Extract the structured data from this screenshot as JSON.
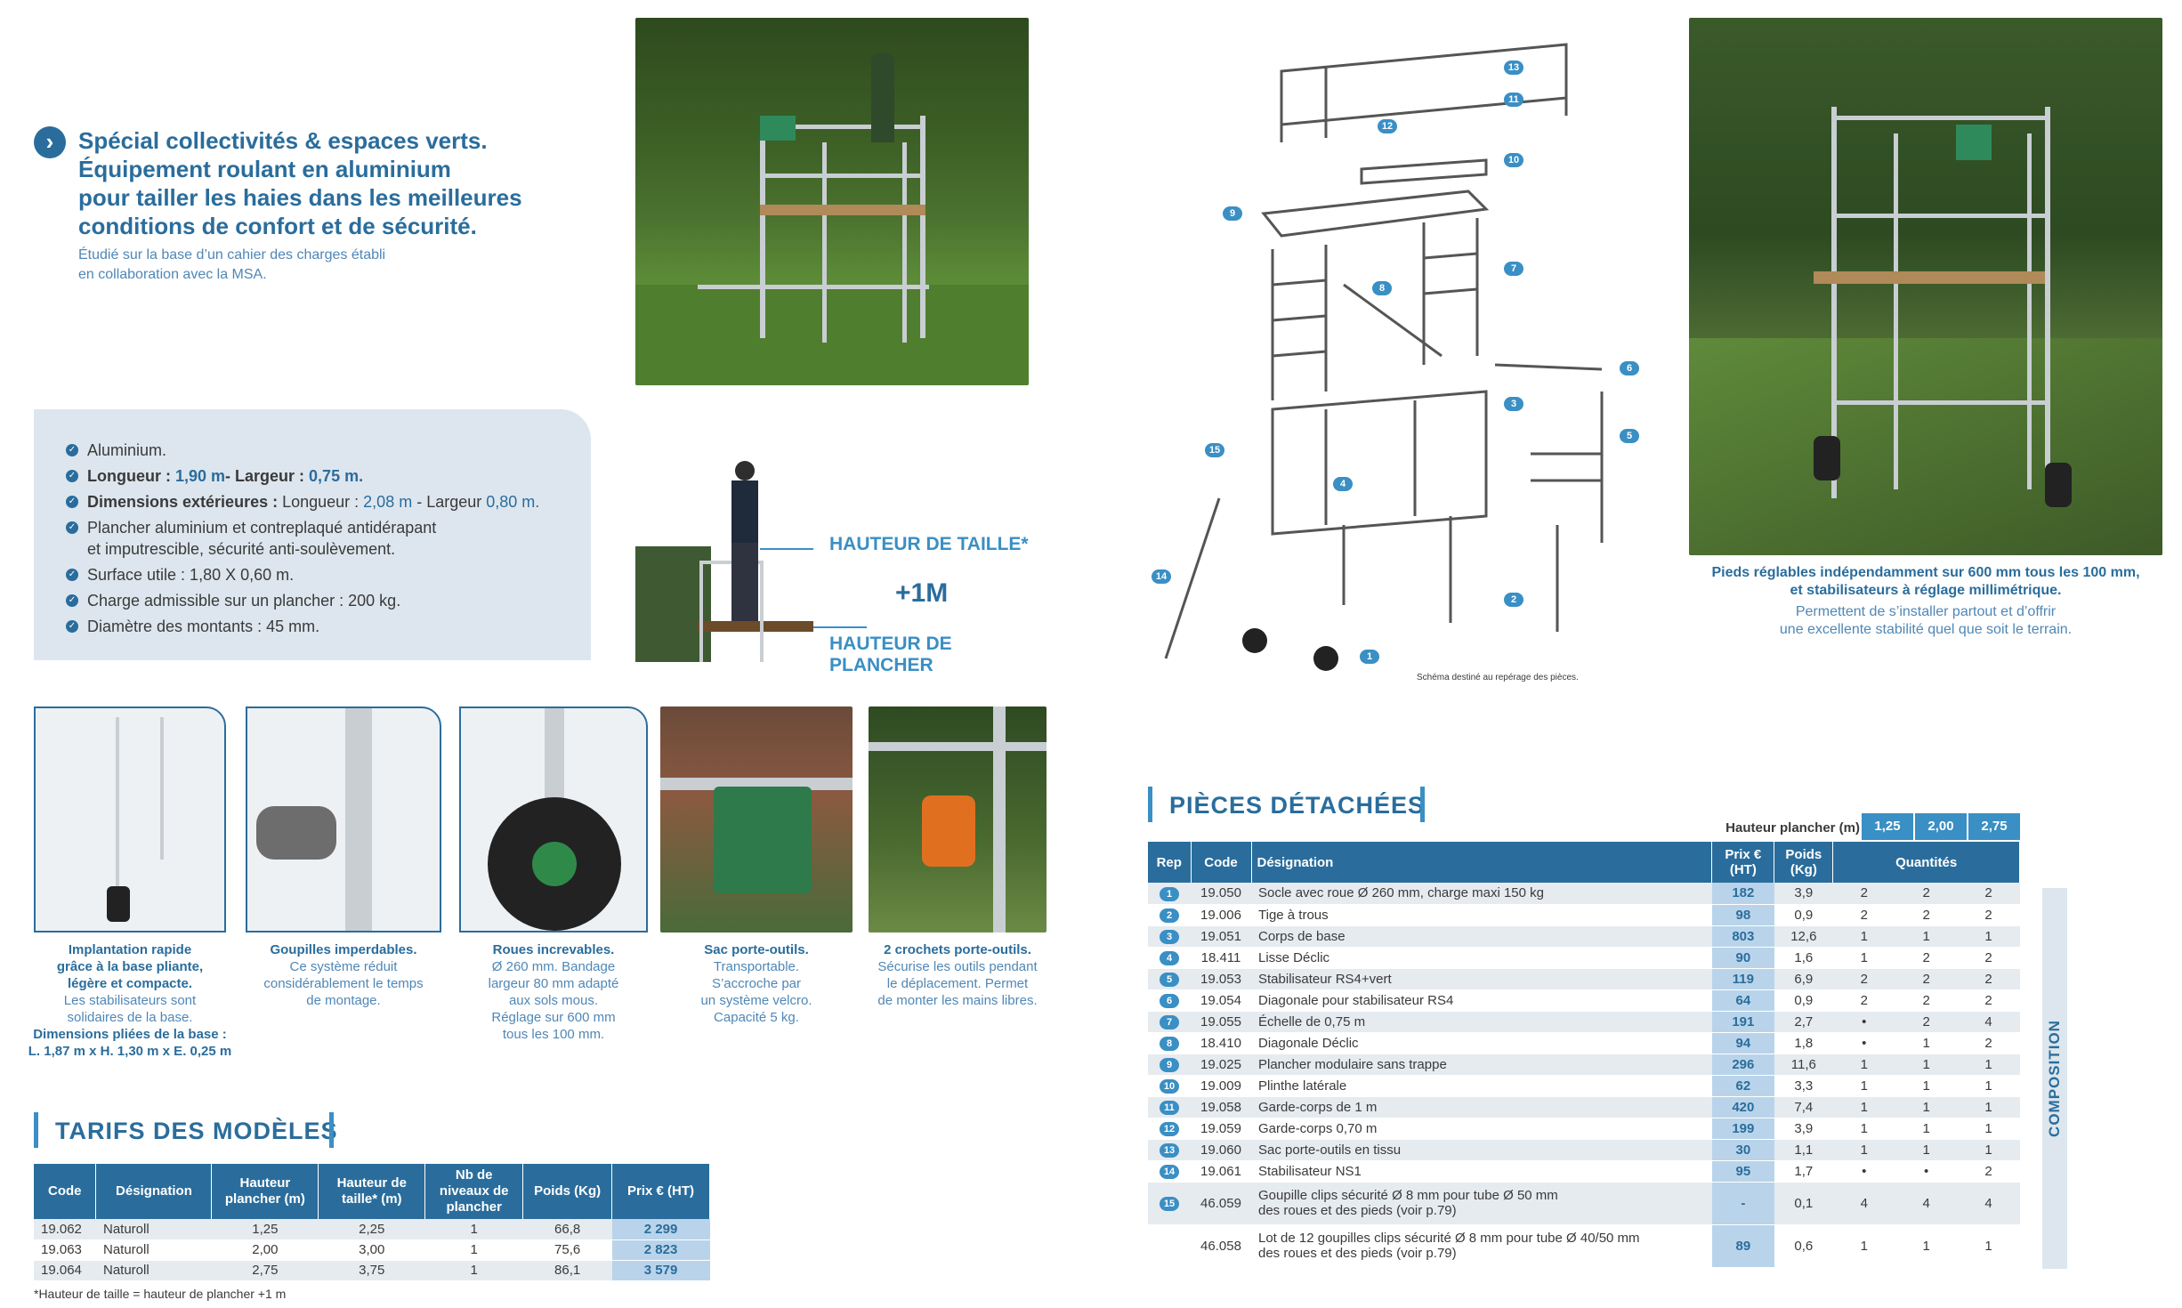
{
  "header": {
    "headline_lines": [
      "Spécial collectivités & espaces verts.",
      "Équipement roulant en aluminium",
      "pour tailler les haies dans les meilleures",
      "conditions de confort et de sécurité."
    ],
    "subline_lines": [
      "Étudié sur la base d’un cahier des charges établi",
      "en collaboration  avec la MSA."
    ]
  },
  "specs": {
    "items": [
      {
        "plain": "Aluminium."
      },
      {
        "l1": "Longueur : ",
        "v1": "1,90 m",
        "l2": "- Largeur : ",
        "v2": "0,75 m."
      },
      {
        "l1": "Dimensions extérieures : ",
        "p1": "Longueur : ",
        "v1": "2,08 m",
        "p2": " - Largeur ",
        "v2": "0,80 m."
      },
      {
        "plain": "Plancher aluminium et contreplaqué antidérapant",
        "plain2": "et imputrescible, sécurité anti-soulèvement."
      },
      {
        "plain": "Surface utile : 1,80 X 0,60 m."
      },
      {
        "plain": "Charge admissible sur un plancher : 200 kg."
      },
      {
        "plain": "Diamètre des montants : 45 mm."
      }
    ]
  },
  "height_diagram": {
    "top_label": "HAUTEUR DE TAILLE*",
    "plus": "+1M",
    "bottom_label": "HAUTEUR DE PLANCHER"
  },
  "features": [
    {
      "title": [
        "Implantation rapide",
        "grâce à la base pliante,",
        "légère et compacte."
      ],
      "desc": [
        "Les stabilisateurs sont",
        "solidaires de la base."
      ],
      "extra": [
        "Dimensions pliées de la base :",
        "L. 1,87 m x H. 1,30 m x E. 0,25 m"
      ]
    },
    {
      "title": [
        "Goupilles imperdables."
      ],
      "desc": [
        "Ce système réduit",
        "considérablement le temps",
        "de montage."
      ]
    },
    {
      "title": [
        "Roues increvables."
      ],
      "desc": [
        "Ø 260 mm. Bandage",
        "largeur 80 mm adapté",
        "aux sols mous.",
        "Réglage sur 600 mm",
        "tous les 100 mm."
      ]
    },
    {
      "title": [
        "Sac porte-outils."
      ],
      "desc": [
        "Transportable.",
        "S’accroche par",
        "un système velcro.",
        "Capacité 5 kg."
      ]
    },
    {
      "title": [
        "2 crochets porte-outils."
      ],
      "desc": [
        "Sécurise les outils pendant",
        "le déplacement. Permet",
        "de monter les mains libres."
      ]
    }
  ],
  "tarifs": {
    "title": "TARIFS DES MODÈLES",
    "headers": [
      "Code",
      "Désignation",
      "Hauteur plancher (m)",
      "Hauteur de taille* (m)",
      "Nb de niveaux de plancher",
      "Poids (Kg)",
      "Prix € (HT)"
    ],
    "rows": [
      [
        "19.062",
        "Naturoll",
        "1,25",
        "2,25",
        "1",
        "66,8",
        "2 299"
      ],
      [
        "19.063",
        "Naturoll",
        "2,00",
        "3,00",
        "1",
        "75,6",
        "2 823"
      ],
      [
        "19.064",
        "Naturoll",
        "2,75",
        "3,75",
        "1",
        "86,1",
        "3 579"
      ]
    ],
    "footnote": "*Hauteur de taille = hauteur de plancher +1 m"
  },
  "diagram": {
    "note": "Schéma destiné au repérage des pièces.",
    "callouts": [
      "1",
      "2",
      "3",
      "4",
      "5",
      "6",
      "7",
      "8",
      "9",
      "10",
      "11",
      "12",
      "13",
      "14",
      "15"
    ]
  },
  "right_photo_caption": {
    "title_lines": [
      "Pieds réglables indépendamment sur 600 mm tous les 100 mm,",
      "et stabilisateurs à réglage millimétrique."
    ],
    "desc_lines": [
      "Permettent de s’installer partout et d’offrir",
      "une excellente stabilité quel que soit le terrain."
    ]
  },
  "pieces": {
    "title": "PIÈCES DÉTACHÉES",
    "hauteur_label": "Hauteur plancher (m)",
    "hauteurs": [
      "1,25",
      "2,00",
      "2,75"
    ],
    "headers": {
      "rep": "Rep",
      "code": "Code",
      "designation": "Désignation",
      "prix": "Prix € (HT)",
      "poids": "Poids (Kg)",
      "quantites": "Quantités"
    },
    "rows": [
      {
        "rep": "1",
        "code": "19.050",
        "des": [
          "Socle avec roue Ø 260 mm, charge maxi 150 kg"
        ],
        "prix": "182",
        "poids": "3,9",
        "q": [
          "2",
          "2",
          "2"
        ]
      },
      {
        "rep": "2",
        "code": "19.006",
        "des": [
          "Tige à trous"
        ],
        "prix": "98",
        "poids": "0,9",
        "q": [
          "2",
          "2",
          "2"
        ]
      },
      {
        "rep": "3",
        "code": "19.051",
        "des": [
          "Corps de base"
        ],
        "prix": "803",
        "poids": "12,6",
        "q": [
          "1",
          "1",
          "1"
        ]
      },
      {
        "rep": "4",
        "code": "18.411",
        "des": [
          "Lisse Déclic"
        ],
        "prix": "90",
        "poids": "1,6",
        "q": [
          "1",
          "2",
          "2"
        ]
      },
      {
        "rep": "5",
        "code": "19.053",
        "des": [
          "Stabilisateur RS4+vert"
        ],
        "prix": "119",
        "poids": "6,9",
        "q": [
          "2",
          "2",
          "2"
        ]
      },
      {
        "rep": "6",
        "code": "19.054",
        "des": [
          "Diagonale pour stabilisateur RS4"
        ],
        "prix": "64",
        "poids": "0,9",
        "q": [
          "2",
          "2",
          "2"
        ]
      },
      {
        "rep": "7",
        "code": "19.055",
        "des": [
          "Échelle de 0,75 m"
        ],
        "prix": "191",
        "poids": "2,7",
        "q": [
          "•",
          "2",
          "4"
        ]
      },
      {
        "rep": "8",
        "code": "18.410",
        "des": [
          "Diagonale Déclic"
        ],
        "prix": "94",
        "poids": "1,8",
        "q": [
          "•",
          "1",
          "2"
        ]
      },
      {
        "rep": "9",
        "code": "19.025",
        "des": [
          "Plancher modulaire sans trappe"
        ],
        "prix": "296",
        "poids": "11,6",
        "q": [
          "1",
          "1",
          "1"
        ]
      },
      {
        "rep": "10",
        "code": "19.009",
        "des": [
          "Plinthe latérale"
        ],
        "prix": "62",
        "poids": "3,3",
        "q": [
          "1",
          "1",
          "1"
        ]
      },
      {
        "rep": "11",
        "code": "19.058",
        "des": [
          "Garde-corps de 1 m"
        ],
        "prix": "420",
        "poids": "7,4",
        "q": [
          "1",
          "1",
          "1"
        ]
      },
      {
        "rep": "12",
        "code": "19.059",
        "des": [
          "Garde-corps 0,70 m"
        ],
        "prix": "199",
        "poids": "3,9",
        "q": [
          "1",
          "1",
          "1"
        ]
      },
      {
        "rep": "13",
        "code": "19.060",
        "des": [
          "Sac porte-outils en tissu"
        ],
        "prix": "30",
        "poids": "1,1",
        "q": [
          "1",
          "1",
          "1"
        ]
      },
      {
        "rep": "14",
        "code": "19.061",
        "des": [
          "Stabilisateur NS1"
        ],
        "prix": "95",
        "poids": "1,7",
        "q": [
          "•",
          "•",
          "2"
        ]
      },
      {
        "rep": "15",
        "code": "46.059",
        "des": [
          "Goupille clips sécurité Ø 8 mm pour tube Ø 50 mm",
          "des roues et des pieds (voir p.79)"
        ],
        "prix": "-",
        "poids": "0,1",
        "q": [
          "4",
          "4",
          "4"
        ]
      },
      {
        "rep": "",
        "code": "46.058",
        "des": [
          "Lot de 12 goupilles clips sécurité Ø 8 mm pour tube Ø 40/50 mm",
          "des roues et des pieds (voir p.79)"
        ],
        "prix": "89",
        "poids": "0,6",
        "q": [
          "1",
          "1",
          "1"
        ]
      }
    ],
    "composition_label": "COMPOSITION"
  }
}
